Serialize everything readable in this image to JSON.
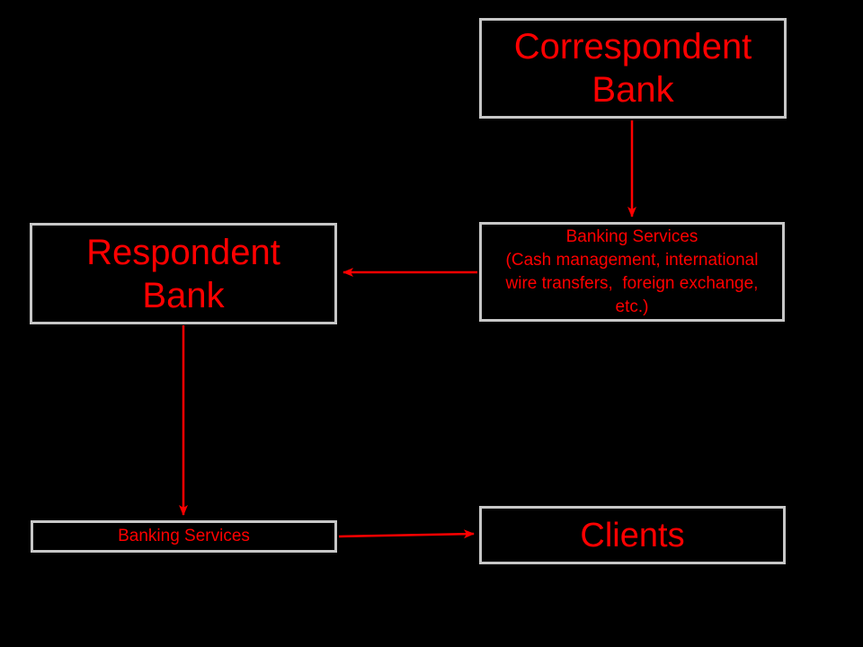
{
  "diagram": {
    "background_color": "#000000",
    "box_border_color": "#c7c7c7",
    "text_color": "#ff0000",
    "arrow_color": "#ff0000",
    "boxes": {
      "correspondent_bank": {
        "lines": [
          "Correspondent",
          "Bank"
        ]
      },
      "banking_services_detail": {
        "lines": [
          "Banking Services",
          "(Cash management, international",
          "wire transfers,  foreign exchange,",
          "etc.)"
        ]
      },
      "respondent_bank": {
        "lines": [
          "Respondent",
          "Bank"
        ]
      },
      "banking_services_small": {
        "label": "Banking Services"
      },
      "clients": {
        "label": "Clients"
      }
    },
    "arrows": [
      {
        "from": "correspondent_bank",
        "to": "banking_services_detail",
        "direction": "down"
      },
      {
        "from": "banking_services_detail",
        "to": "respondent_bank",
        "direction": "left"
      },
      {
        "from": "respondent_bank",
        "to": "banking_services_small",
        "direction": "down"
      },
      {
        "from": "banking_services_small",
        "to": "clients",
        "direction": "right"
      }
    ]
  }
}
